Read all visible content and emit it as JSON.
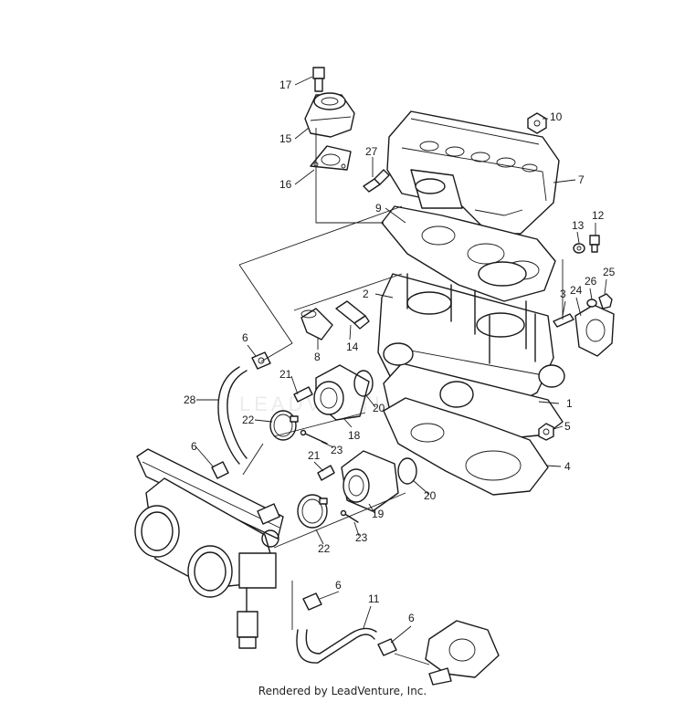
{
  "callouts": [
    {
      "id": "p1",
      "label": "1"
    },
    {
      "id": "p2",
      "label": "2"
    },
    {
      "id": "p3",
      "label": "3"
    },
    {
      "id": "p4",
      "label": "4"
    },
    {
      "id": "p5",
      "label": "5"
    },
    {
      "id": "p6a",
      "label": "6"
    },
    {
      "id": "p6b",
      "label": "6"
    },
    {
      "id": "p6c",
      "label": "6"
    },
    {
      "id": "p6d",
      "label": "6"
    },
    {
      "id": "p7",
      "label": "7"
    },
    {
      "id": "p8",
      "label": "8"
    },
    {
      "id": "p9",
      "label": "9"
    },
    {
      "id": "p10",
      "label": "10"
    },
    {
      "id": "p11",
      "label": "11"
    },
    {
      "id": "p12",
      "label": "12"
    },
    {
      "id": "p13",
      "label": "13"
    },
    {
      "id": "p14",
      "label": "14"
    },
    {
      "id": "p15",
      "label": "15"
    },
    {
      "id": "p16",
      "label": "16"
    },
    {
      "id": "p17",
      "label": "17"
    },
    {
      "id": "p18",
      "label": "18"
    },
    {
      "id": "p19",
      "label": "19"
    },
    {
      "id": "p20a",
      "label": "20"
    },
    {
      "id": "p20b",
      "label": "20"
    },
    {
      "id": "p21a",
      "label": "21"
    },
    {
      "id": "p21b",
      "label": "21"
    },
    {
      "id": "p22a",
      "label": "22"
    },
    {
      "id": "p22b",
      "label": "22"
    },
    {
      "id": "p23a",
      "label": "23"
    },
    {
      "id": "p23b",
      "label": "23"
    },
    {
      "id": "p24",
      "label": "24"
    },
    {
      "id": "p25",
      "label": "25"
    },
    {
      "id": "p26",
      "label": "26"
    },
    {
      "id": "p27",
      "label": "27"
    },
    {
      "id": "p28",
      "label": "28"
    }
  ],
  "credit": "Rendered by LeadVenture, Inc.",
  "watermark": "LEADVENTURE"
}
